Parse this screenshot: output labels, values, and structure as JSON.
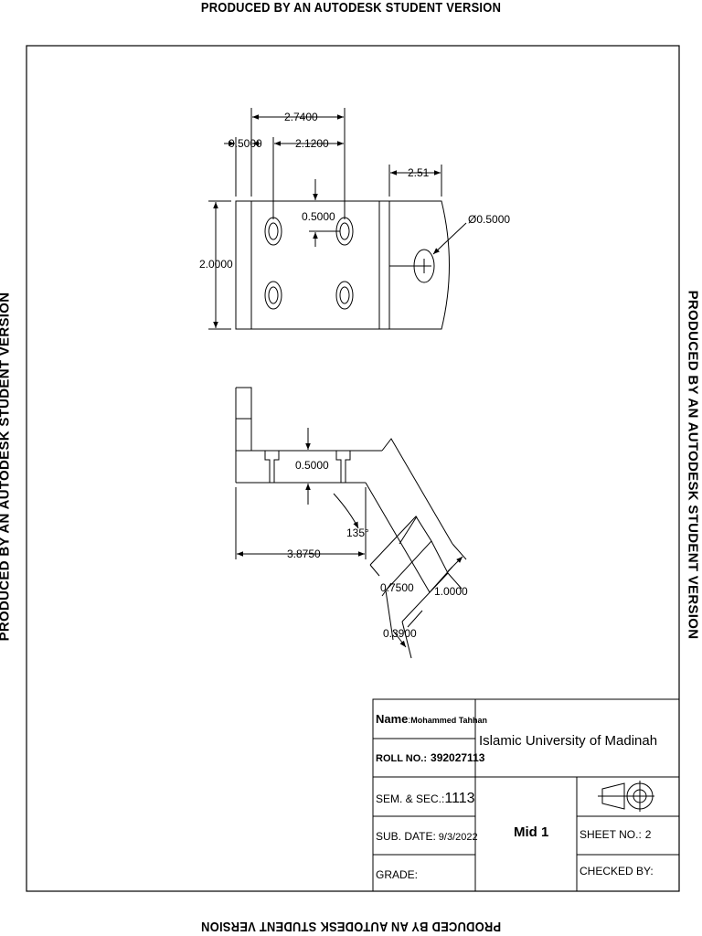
{
  "watermark": {
    "top": "PRODUCED BY AN AUTODESK STUDENT VERSION",
    "bottom": "PRODUCED BY AN AUTODESK STUDENT VERSION",
    "left": "PRODUCED BY AN AUTODESK STUDENT VERSION",
    "right": "PRODUCED BY AN AUTODESK STUDENT VERSION"
  },
  "dimensions": {
    "top_view": {
      "overall_width": "2.7400",
      "edge_offset": "0.5000",
      "hole_spacing": "2.1200",
      "tab_width": "2.51",
      "hole_gap": "0.5000",
      "height": "2.0000",
      "hole_diameter": "Ø0.5000"
    },
    "front_view": {
      "thickness": "0.5000",
      "angle": "135°",
      "flat_length": "3.8750",
      "step_a": "0.7500",
      "step_b": "1.0000",
      "step_c": "0.3900"
    }
  },
  "title_block": {
    "name_label": "Name",
    "name_value": "Mohammed Tahhan",
    "roll_label": "ROLL NO.:",
    "roll_value": "392027113",
    "university": "Islamic University of Madinah",
    "sem_label": "SEM. & SEC.:",
    "sem_value": "1113",
    "date_label": "SUB. DATE:",
    "date_value": "9/3/2022",
    "grade_label": "GRADE:",
    "exam": "Mid 1",
    "sheet_label": "SHEET NO.:",
    "sheet_value": "2",
    "checked_label": "CHECKED BY:"
  }
}
